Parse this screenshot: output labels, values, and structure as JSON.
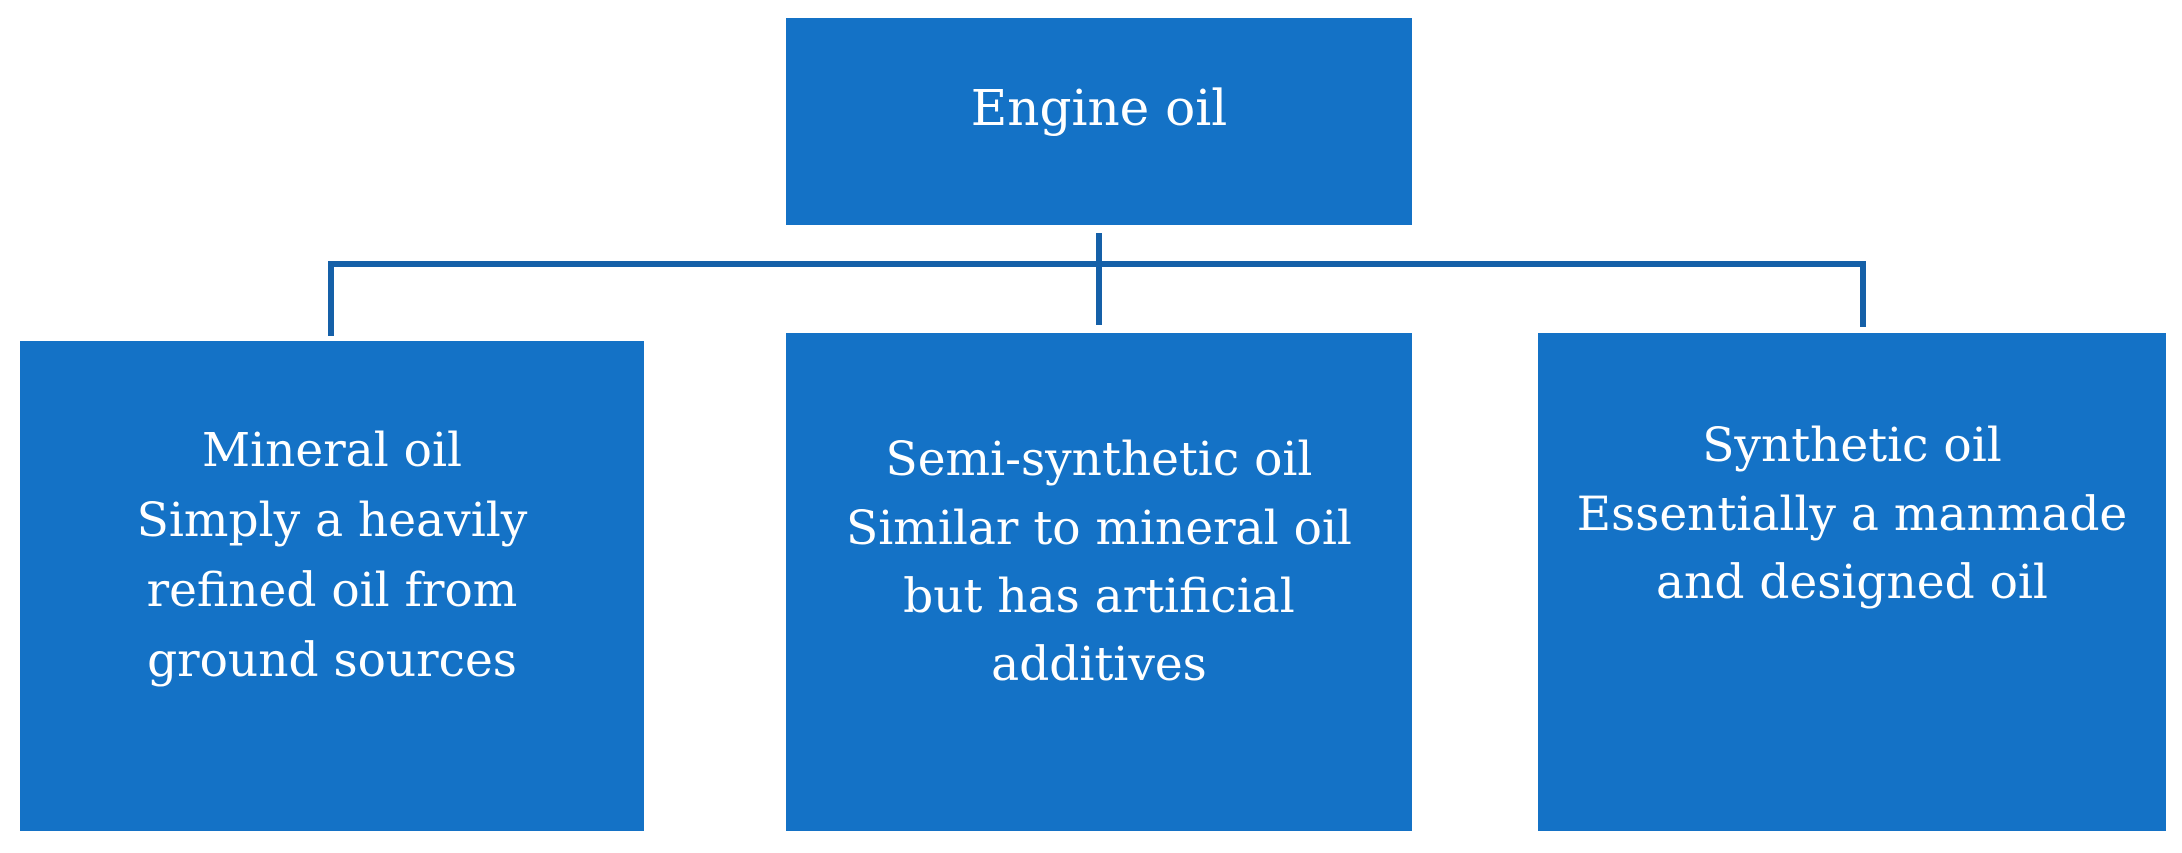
{
  "colors": {
    "box_fill": "#1472C6",
    "connector": "#1560A8",
    "text": "#FFFFFF"
  },
  "root": {
    "title": "Engine oil"
  },
  "children": [
    {
      "title": "Mineral oil",
      "description": "Simply a heavily\nrefined oil from\nground sources"
    },
    {
      "title": "Semi-synthetic oil",
      "description": "Similar to mineral oil\nbut has artificial\nadditives"
    },
    {
      "title": "Synthetic oil",
      "description": "Essentially a manmade\nand designed oil"
    }
  ]
}
